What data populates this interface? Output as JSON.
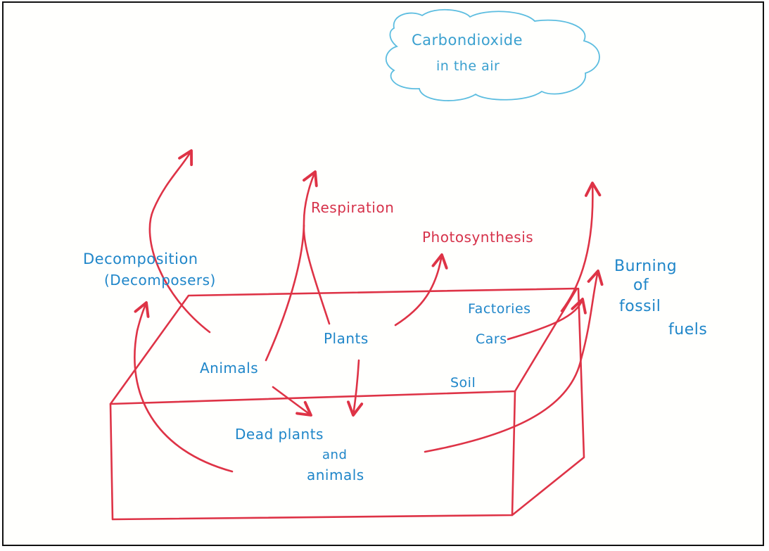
{
  "diagram": {
    "cloud": {
      "line1": "Carbondioxide",
      "line2": "in the air"
    },
    "labels": {
      "respiration": "Respiration",
      "photosynthesis": "Photosynthesis",
      "decomposition": "Decomposition",
      "decomposers": "(Decomposers)",
      "burning_line1": "Burning",
      "burning_line2": "of",
      "burning_line3": "fossil",
      "burning_line4": "fuels",
      "factories": "Factories",
      "cars": "Cars",
      "plants": "Plants",
      "animals": "Animals",
      "soil": "Soil",
      "dead_line1": "Dead plants",
      "dead_line2": "and",
      "dead_line3": "animals"
    },
    "colors": {
      "arrow": "#de3346",
      "label_blue": "#1f86c9",
      "label_red": "#d6324a",
      "cloud": "#5cbde0"
    }
  }
}
